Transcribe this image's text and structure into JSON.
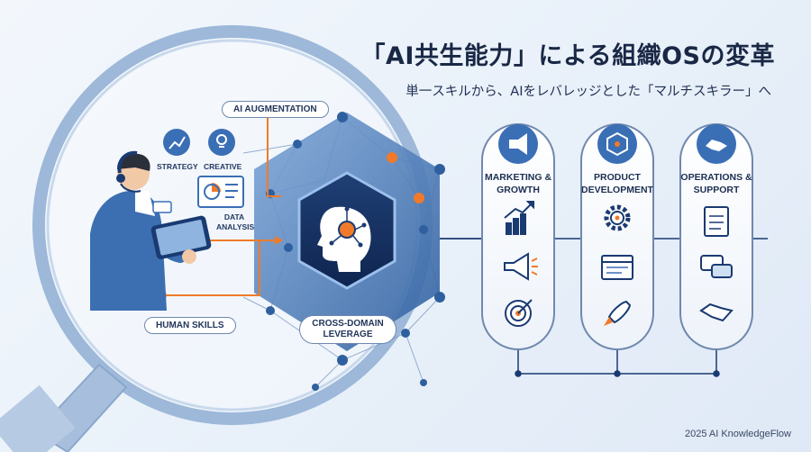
{
  "title": "「AI共生能力」による組織OSの変革",
  "subtitle": "単一スキルから、AIをレバレッジとした「マルチスキラー」へ",
  "labels": {
    "ai_augmentation": "AI AUGMENTATION",
    "human_skills": "HUMAN SKILLS",
    "cross_domain": "CROSS-DOMAIN LEVERAGE",
    "strategy": "STRATEGY",
    "creative": "CREATIVE",
    "data_analysis": "DATA ANALYSIS"
  },
  "columns": [
    {
      "title": "MARKETING & GROWTH",
      "header_icon": "megaphone-icon",
      "icons": [
        "growth-chart-icon",
        "megaphone-icon",
        "target-icon"
      ]
    },
    {
      "title": "PRODUCT DEVELOPMENT",
      "header_icon": "cube-icon",
      "icons": [
        "gear-icon",
        "browser-window-icon",
        "rocket-icon"
      ]
    },
    {
      "title": "OPERATIONS & SUPPORT",
      "header_icon": "handshake-icon",
      "icons": [
        "checklist-icon",
        "chat-bubbles-icon",
        "handshake-icon"
      ]
    }
  ],
  "footer": "2025 AI KnowledgeFlow",
  "colors": {
    "navy": "#1a3a72",
    "blue": "#3a6fb5",
    "light_blue": "#cfdff2",
    "accent_orange": "#f07a2a"
  }
}
